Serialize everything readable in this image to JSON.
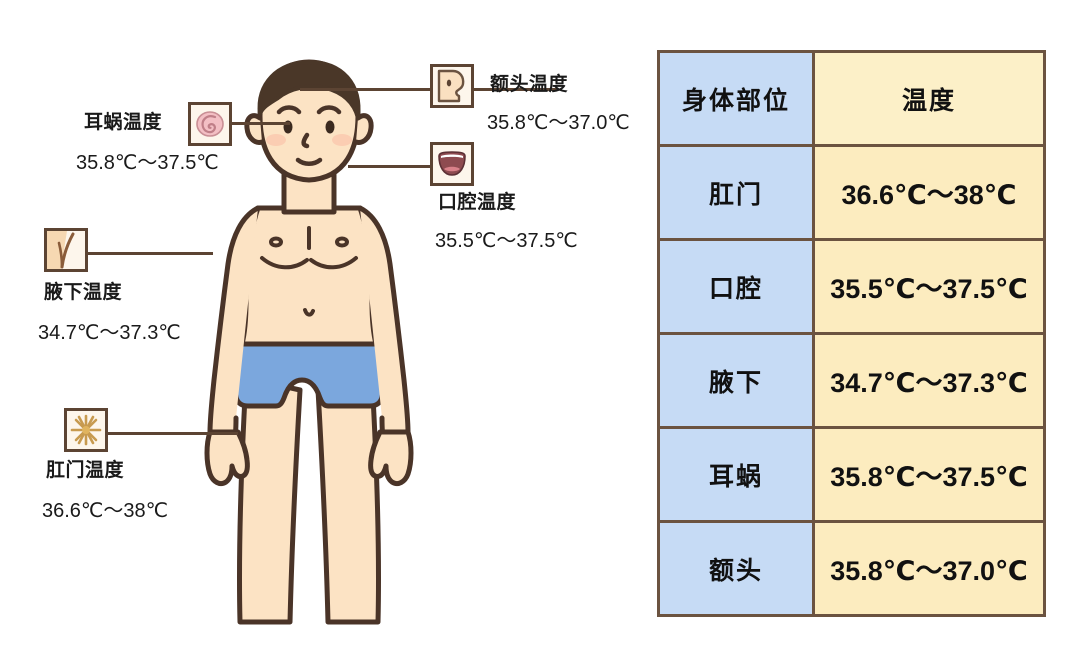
{
  "diagram": {
    "title": "human-body-temperature-measurement-sites",
    "callouts": [
      {
        "id": "ear",
        "icon": "ear-cochlea-icon",
        "label": "耳蜗温度",
        "value": "35.8℃～37.5℃"
      },
      {
        "id": "forehead",
        "icon": "forehead-profile-icon",
        "label": "额头温度",
        "value": "35.8℃～37.0℃"
      },
      {
        "id": "oral",
        "icon": "open-mouth-icon",
        "label": "口腔温度",
        "value": "35.5℃～37.5℃"
      },
      {
        "id": "armpit",
        "icon": "armpit-icon",
        "label": "腋下温度",
        "value": "34.7℃～37.3℃"
      },
      {
        "id": "anus",
        "icon": "anus-icon",
        "label": "肛门温度",
        "value": "36.6℃～38℃"
      }
    ]
  },
  "table": {
    "headers": {
      "part": "身体部位",
      "temperature": "温度"
    },
    "rows": [
      {
        "part": "肛门",
        "temperature": "36.6℃～38℃"
      },
      {
        "part": "口腔",
        "temperature": "35.5℃～37.5℃"
      },
      {
        "part": "腋下",
        "temperature": "34.7℃～37.3℃"
      },
      {
        "part": "耳蜗",
        "temperature": "35.8℃～37.5℃"
      },
      {
        "part": "额头",
        "temperature": "35.8℃～37.0℃"
      }
    ]
  },
  "colors": {
    "table_border": "#6b5340",
    "part_column_bg": "#c6dbf5",
    "temp_column_bg": "#fcecbf",
    "chip_border": "#5c4433",
    "skin": "#fce3c4",
    "hair": "#4a3728",
    "shorts": "#7ba7dd",
    "outline": "#4a3428",
    "background": "#ffffff"
  }
}
